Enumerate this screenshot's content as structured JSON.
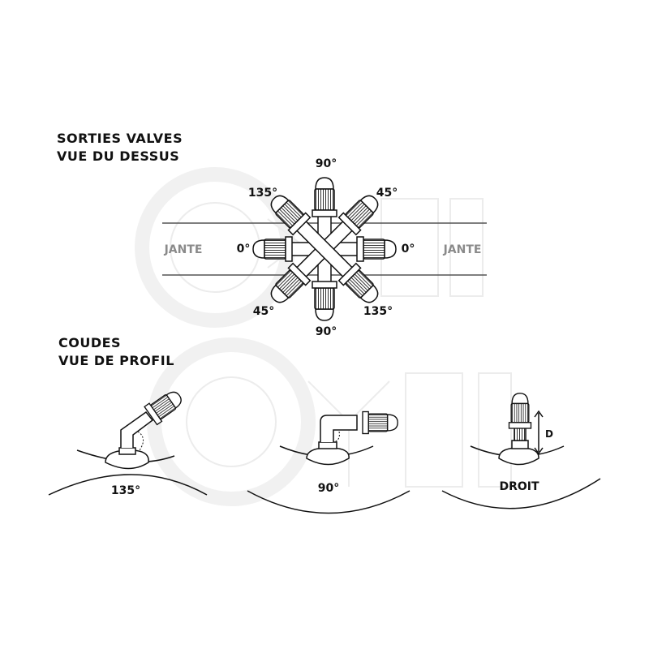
{
  "watermark": {
    "text": "GYPI",
    "color": "#e9e9e9"
  },
  "top_section": {
    "title_line1": "SORTIES VALVES",
    "title_line2": "VUE DU DESSUS",
    "rim_label_left": "JANTE",
    "rim_label_right": "JANTE",
    "angles": {
      "top": "90°",
      "top_left": "135°",
      "top_right": "45°",
      "left": "0°",
      "right": "0°",
      "bottom_left": "45°",
      "bottom_right": "135°",
      "bottom": "90°"
    }
  },
  "bottom_section": {
    "title_line1": "COUDES",
    "title_line2": "VUE DE PROFIL",
    "valves": [
      {
        "label": "135°"
      },
      {
        "label": "90°"
      },
      {
        "label": "DROIT",
        "dimension_label": "D"
      }
    ]
  }
}
